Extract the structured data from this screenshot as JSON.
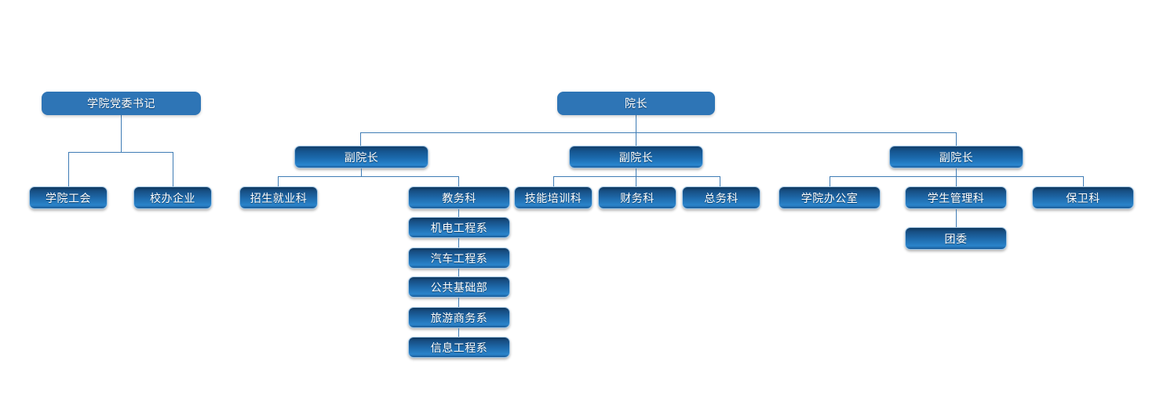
{
  "chart_data": {
    "type": "diagram",
    "diagram_kind": "organization-chart",
    "title": "",
    "orientation": "top-down",
    "colors": {
      "root_fill": "#2e75b6",
      "node_gradient_top": "#10395f",
      "node_gradient_bottom": "#2a84cb",
      "node_border": "#a8cbe8",
      "connector": "#3f7cb5",
      "label_text": "#ffffff",
      "background": "#ffffff"
    },
    "trees": [
      {
        "id": "party-branch",
        "root": {
          "label": "学院党委书记",
          "style": "root"
        },
        "children": [
          {
            "label": "学院工会",
            "style": "leaf"
          },
          {
            "label": "校办企业",
            "style": "leaf"
          }
        ]
      },
      {
        "id": "administrative-branch",
        "root": {
          "label": "院长",
          "style": "root"
        },
        "children": [
          {
            "label": "副院长",
            "style": "mgr",
            "children": [
              {
                "label": "招生就业科",
                "style": "leaf"
              },
              {
                "label": "教务科",
                "style": "leaf",
                "children": [
                  {
                    "label": "机电工程系",
                    "style": "leaf"
                  },
                  {
                    "label": "汽车工程系",
                    "style": "leaf"
                  },
                  {
                    "label": "公共基础部",
                    "style": "leaf"
                  },
                  {
                    "label": "旅游商务系",
                    "style": "leaf"
                  },
                  {
                    "label": "信息工程系",
                    "style": "leaf"
                  }
                ]
              }
            ]
          },
          {
            "label": "副院长",
            "style": "mgr",
            "children": [
              {
                "label": "技能培训科",
                "style": "leaf"
              },
              {
                "label": "财务科",
                "style": "leaf"
              },
              {
                "label": "总务科",
                "style": "leaf"
              }
            ]
          },
          {
            "label": "副院长",
            "style": "mgr",
            "children": [
              {
                "label": "学院办公室",
                "style": "leaf"
              },
              {
                "label": "学生管理科",
                "style": "leaf",
                "children": [
                  {
                    "label": "团委",
                    "style": "leaf"
                  }
                ]
              },
              {
                "label": "保卫科",
                "style": "leaf"
              }
            ]
          }
        ]
      }
    ]
  },
  "nodes": {
    "party_secretary": "学院党委书记",
    "party_union": "学院工会",
    "party_enterprise": "校办企业",
    "dean": "院长",
    "vice_dean_1": "副院长",
    "vice_dean_2": "副院长",
    "vice_dean_3": "副院长",
    "admission": "招生就业科",
    "academic_affairs": "教务科",
    "dept_mechatronics": "机电工程系",
    "dept_automotive": "汽车工程系",
    "dept_general_studies": "公共基础部",
    "dept_tourism_business": "旅游商务系",
    "dept_information": "信息工程系",
    "skill_training": "技能培训科",
    "finance": "财务科",
    "general_affairs": "总务科",
    "college_office": "学院办公室",
    "student_management": "学生管理科",
    "youth_league": "团委",
    "security": "保卫科"
  }
}
